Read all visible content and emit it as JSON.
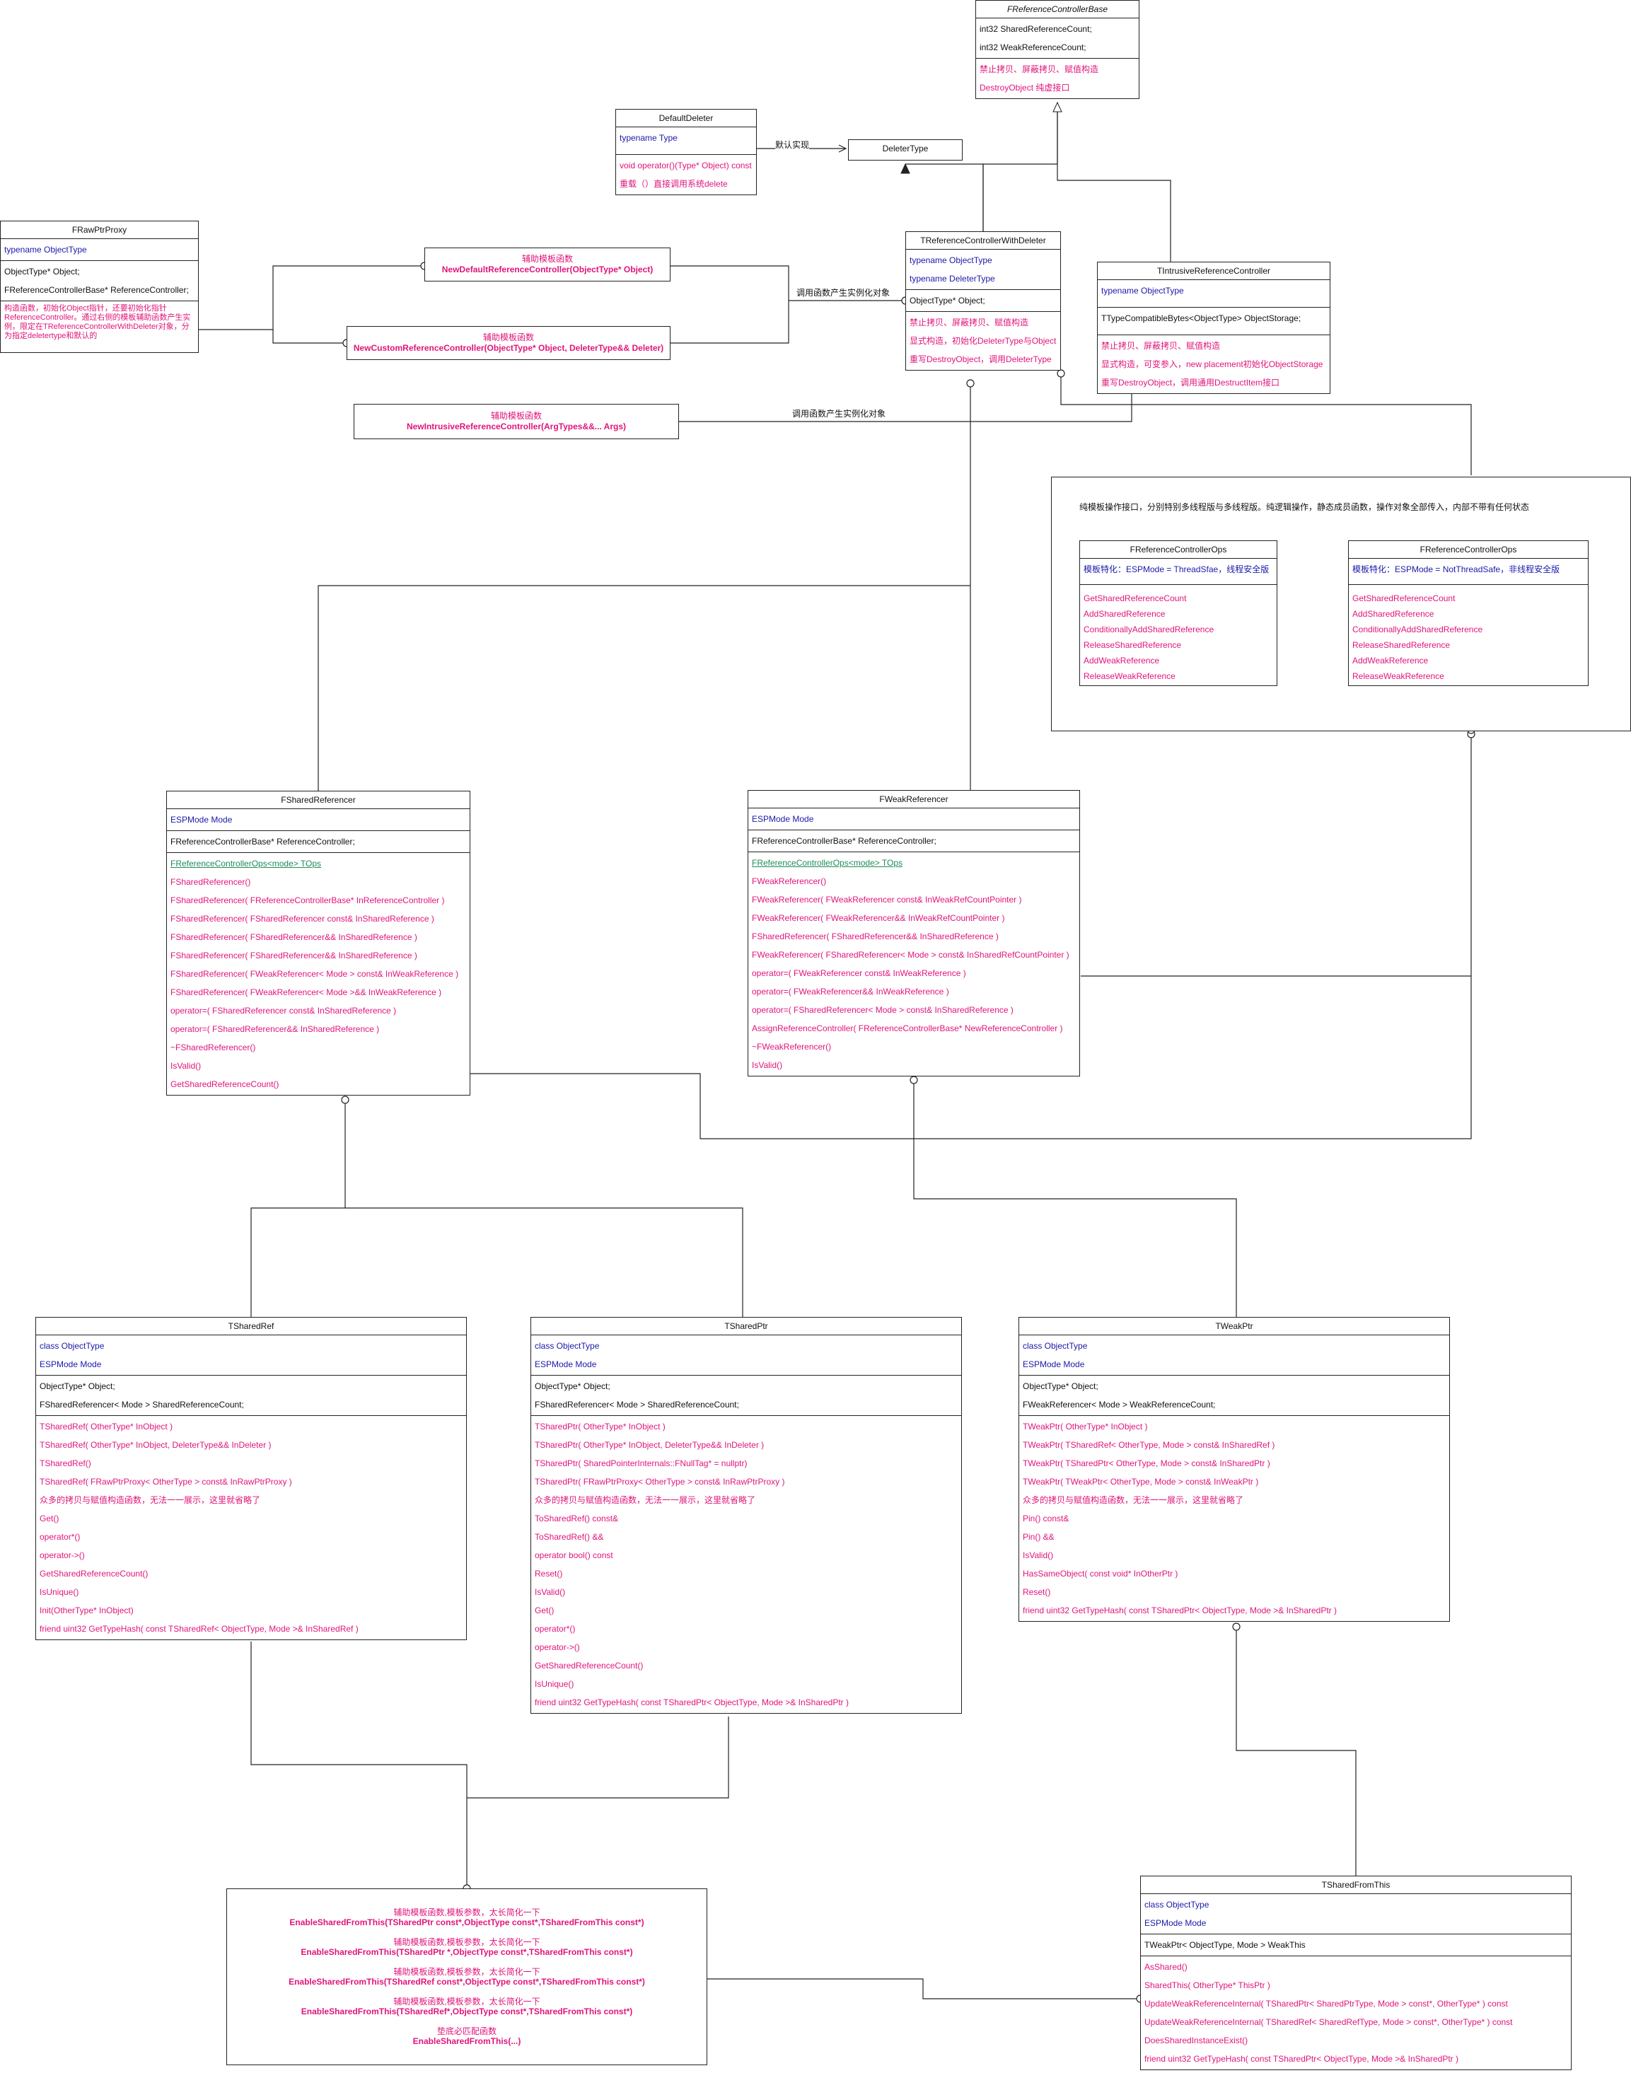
{
  "classes": {
    "frcb": {
      "title": "FReferenceControllerBase",
      "fields": [
        "int32 SharedReferenceCount;",
        "int32 WeakReferenceCount;"
      ],
      "methods": [
        "禁止拷贝、屏蔽拷贝、赋值构造",
        "DestroyObject 纯虚接口"
      ]
    },
    "defaultdeleter": {
      "title": "DefaultDeleter",
      "params": [
        "typename Type"
      ],
      "methods": [
        "void operator()(Type* Object) const",
        "重载（）直接调用系统delete"
      ]
    },
    "deletertype": {
      "title": "DeleterType"
    },
    "frawptrproxy": {
      "title": "FRawPtrProxy",
      "params": [
        "typename ObjectType"
      ],
      "fields": [
        "ObjectType* Object;",
        "FReferenceControllerBase* ReferenceController;"
      ],
      "note": "构造函数，初始化Object指针，还要初始化指针ReferenceController。通过右侧的模板辅助函数产生实例，限定在TReferenceControllerWithDeleter对象，分为指定deletertype和默认的"
    },
    "trcwd": {
      "title": "TReferenceControllerWithDeleter",
      "params": [
        "typename ObjectType",
        "typename DeleterType"
      ],
      "fields": [
        "ObjectType* Object;"
      ],
      "methods": [
        "禁止拷贝、屏蔽拷贝、赋值构造",
        "显式构造，初始化DeleterType与Object",
        "重写DestroyObject，调用DeleterType"
      ]
    },
    "tirc": {
      "title": "TIntrusiveReferenceController",
      "params": [
        "typename ObjectType"
      ],
      "fields": [
        "TTypeCompatibleBytes<ObjectType> ObjectStorage;"
      ],
      "methods": [
        "禁止拷贝、屏蔽拷贝、赋值构造",
        "显式构造，可变参入，new placement初始化ObjectStorage",
        "重写DestroyObject，调用通用DestructItem接口"
      ]
    },
    "fops_ts": {
      "title": "FReferenceControllerOps",
      "params": [
        "模板特化：ESPMode = ThreadSfae，线程安全版"
      ],
      "methods": [
        "GetSharedReferenceCount",
        "AddSharedReference",
        "ConditionallyAddSharedReference",
        "ReleaseSharedReference",
        "AddWeakReference",
        "ReleaseWeakReference"
      ]
    },
    "fops_nts": {
      "title": "FReferenceControllerOps",
      "params": [
        "模板特化：ESPMode = NotThreadSafe，非线程安全版"
      ],
      "methods": [
        "GetSharedReferenceCount",
        "AddSharedReference",
        "ConditionallyAddSharedReference",
        "ReleaseSharedReference",
        "AddWeakReference",
        "ReleaseWeakReference"
      ]
    },
    "fsr": {
      "title": "FSharedReferencer",
      "params": [
        "ESPMode Mode"
      ],
      "fields": [
        "FReferenceControllerBase* ReferenceController;"
      ],
      "link": "FReferenceControllerOps<mode> TOps",
      "methods": [
        "FSharedReferencer()",
        "FSharedReferencer( FReferenceControllerBase* InReferenceController )",
        "FSharedReferencer( FSharedReferencer const& InSharedReference )",
        "FSharedReferencer( FSharedReferencer&& InSharedReference )",
        "FSharedReferencer( FSharedReferencer&& InSharedReference )",
        "FSharedReferencer( FWeakReferencer< Mode > const& InWeakReference )",
        "FSharedReferencer( FWeakReferencer< Mode >&& InWeakReference )",
        "operator=( FSharedReferencer const& InSharedReference )",
        "operator=( FSharedReferencer&& InSharedReference )",
        "~FSharedReferencer()",
        "IsValid()",
        "GetSharedReferenceCount()"
      ]
    },
    "fwr": {
      "title": "FWeakReferencer",
      "params": [
        "ESPMode Mode"
      ],
      "fields": [
        "FReferenceControllerBase* ReferenceController;"
      ],
      "link": "FReferenceControllerOps<mode> TOps",
      "methods": [
        "FWeakReferencer()",
        "FWeakReferencer( FWeakReferencer const& InWeakRefCountPointer )",
        "FWeakReferencer( FWeakReferencer&& InWeakRefCountPointer )",
        "FSharedReferencer( FSharedReferencer&& InSharedReference )",
        "FWeakReferencer( FSharedReferencer< Mode > const& InSharedRefCountPointer )",
        "operator=( FWeakReferencer const& InWeakReference )",
        "operator=( FWeakReferencer&& InWeakReference )",
        "operator=( FSharedReferencer< Mode > const& InSharedReference )",
        "AssignReferenceController( FReferenceControllerBase* NewReferenceController )",
        "~FWeakReferencer()",
        "IsValid()"
      ]
    },
    "tsharedref": {
      "title": "TSharedRef",
      "params": [
        "class ObjectType",
        "ESPMode Mode"
      ],
      "fields": [
        "ObjectType* Object;",
        "FSharedReferencer< Mode > SharedReferenceCount;"
      ],
      "methods": [
        "TSharedRef( OtherType* InObject )",
        "TSharedRef( OtherType* InObject, DeleterType&& InDeleter )",
        "TSharedRef()",
        "TSharedRef( FRawPtrProxy< OtherType > const& InRawPtrProxy )",
        "众多的拷贝与赋值构造函数，无法一一展示，这里就省略了",
        "Get()",
        "operator*()",
        "operator->()",
        "GetSharedReferenceCount()",
        "IsUnique()",
        "Init(OtherType* InObject)",
        "friend uint32 GetTypeHash( const TSharedRef< ObjectType, Mode >& InSharedRef )"
      ]
    },
    "tsharedptr": {
      "title": "TSharedPtr",
      "params": [
        "class ObjectType",
        "ESPMode Mode"
      ],
      "fields": [
        "ObjectType* Object;",
        "FSharedReferencer< Mode > SharedReferenceCount;"
      ],
      "methods": [
        "TSharedPtr( OtherType* InObject )",
        "TSharedPtr( OtherType* InObject, DeleterType&& InDeleter )",
        "TSharedPtr( SharedPointerInternals::FNullTag* = nullptr)",
        "TSharedPtr( FRawPtrProxy< OtherType > const& InRawPtrProxy )",
        "众多的拷贝与赋值构造函数，无法一一展示，这里就省略了",
        "ToSharedRef() const&",
        "ToSharedRef() &&",
        "operator bool() const",
        "Reset()",
        "IsValid()",
        "Get()",
        "operator*()",
        "operator->()",
        "GetSharedReferenceCount()",
        "IsUnique()",
        "friend uint32 GetTypeHash( const TSharedPtr< ObjectType, Mode >& InSharedPtr )"
      ]
    },
    "tweakptr": {
      "title": "TWeakPtr",
      "params": [
        "class ObjectType",
        "ESPMode Mode"
      ],
      "fields": [
        "ObjectType* Object;",
        "FWeakReferencer< Mode > WeakReferenceCount;"
      ],
      "methods": [
        "TWeakPtr( OtherType* InObject )",
        "TWeakPtr( TSharedRef< OtherType, Mode > const& InSharedRef )",
        "TWeakPtr( TSharedPtr< OtherType, Mode > const& InSharedPtr )",
        "TWeakPtr( TWeakPtr< OtherType, Mode > const& InWeakPtr )",
        "众多的拷贝与赋值构造函数，无法一一展示，这里就省略了",
        "Pin() const&",
        "Pin() &&",
        "IsValid()",
        "HasSameObject( const void* InOtherPtr )",
        "Reset()",
        "friend uint32 GetTypeHash( const TSharedPtr< ObjectType, Mode >& InSharedPtr )"
      ]
    },
    "tsft": {
      "title": "TSharedFromThis",
      "params": [
        "class ObjectType",
        "ESPMode Mode"
      ],
      "fields": [
        "TWeakPtr< ObjectType, Mode > WeakThis"
      ],
      "methods": [
        "AsShared()",
        "SharedThis( OtherType* ThisPtr )",
        "UpdateWeakReferenceInternal( TSharedPtr< SharedPtrType, Mode > const*, OtherType* ) const",
        "UpdateWeakReferenceInternal( TSharedRef< SharedRefType, Mode > const*, OtherType* ) const",
        "DoesSharedInstanceExist()",
        "friend uint32 GetTypeHash( const TSharedPtr< ObjectType, Mode >& InSharedPtr )"
      ]
    }
  },
  "helpers": {
    "default_ctrl": [
      "辅助模板函数",
      "NewDefaultReferenceController(ObjectType* Object)"
    ],
    "custom_ctrl": [
      "辅助模板函数",
      "NewCustomReferenceController(ObjectType* Object, DeleterType&& Deleter)"
    ],
    "intrusive_ctrl": [
      "辅助模板函数",
      "NewIntrusiveReferenceController(ArgTypes&&... Args)"
    ]
  },
  "labels": {
    "default_impl": "默认实现",
    "call_instance_1": "调用函数产生实例化对象",
    "call_instance_2": "调用函数产生实例化对象"
  },
  "ops_note": "纯模板操作接口，分别特别多线程版与多线程版。纯逻辑操作，静态成员函数，操作对象全部传入，内部不带有任何状态",
  "enable_shared": [
    [
      "辅助模板函数,模板参数，太长简化一下",
      "EnableSharedFromThis(TSharedPtr const*,ObjectType const*,TSharedFromThis const*)"
    ],
    [
      "辅助模板函数,模板参数，太长简化一下",
      "EnableSharedFromThis(TSharedPtr *,ObjectType const*,TSharedFromThis const*)"
    ],
    [
      "辅助模板函数,模板参数，太长简化一下",
      "EnableSharedFromThis(TSharedRef const*,ObjectType const*,TSharedFromThis const*)"
    ],
    [
      "辅助模板函数,模板参数，太长简化一下",
      "EnableSharedFromThis(TSharedRef*,ObjectType const*,TSharedFromThis const*)"
    ],
    [
      "垫底必匹配函数",
      "EnableSharedFromThis(...)"
    ]
  ]
}
